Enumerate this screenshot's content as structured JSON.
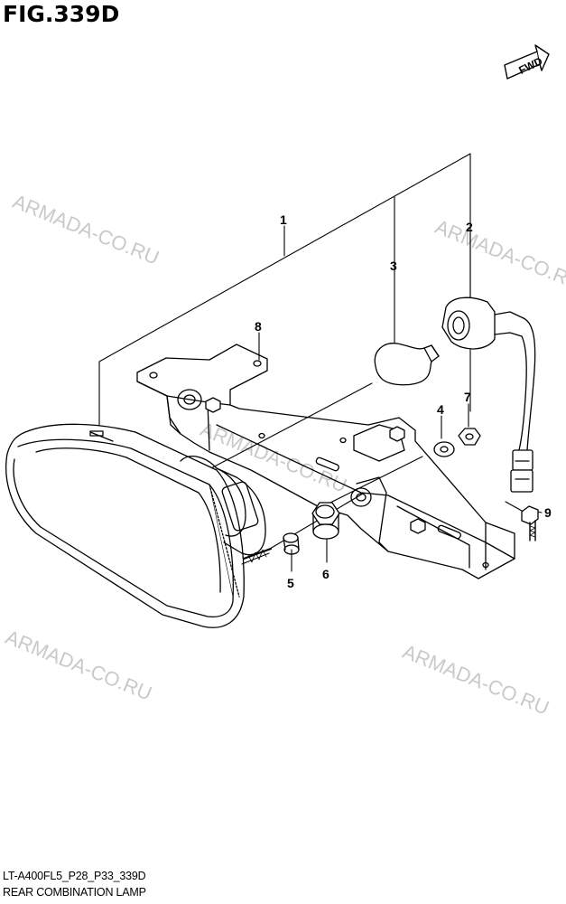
{
  "figure_title": "FIG.339D",
  "fwd_label": "FWD",
  "watermarks": [
    "ARMADA-CO.RU",
    "ARMADA-CO.RU",
    "ARMADA-CO.RU",
    "ARMADA-CO.RU",
    "ARMADA-CO.RU"
  ],
  "callouts": [
    "1",
    "2",
    "3",
    "4",
    "5",
    "6",
    "7",
    "8",
    "9"
  ],
  "footer": {
    "model_code": "LT-A400FL5_P28_P33_339D",
    "diagram_name": "REAR COMBINATION LAMP"
  }
}
